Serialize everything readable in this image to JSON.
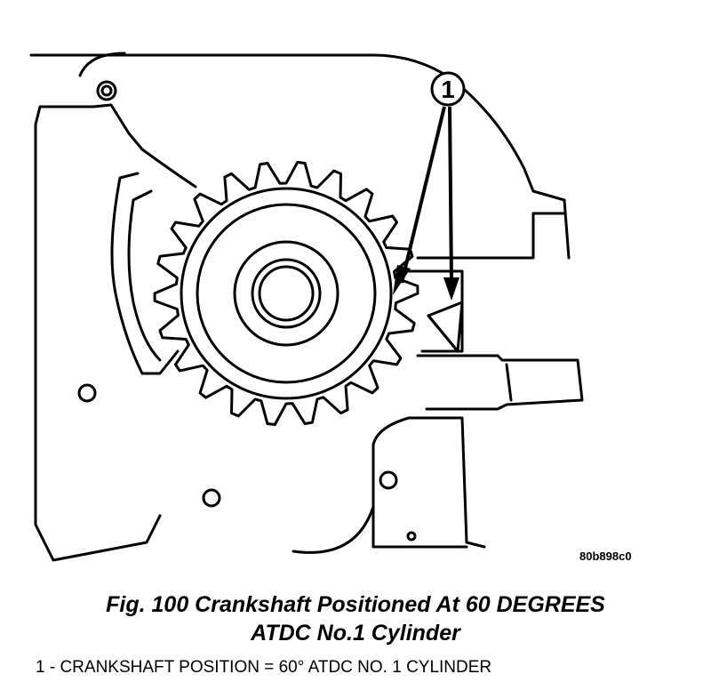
{
  "figure": {
    "callout_number": "1",
    "image_code": "80b898c0",
    "caption_line1": "Fig. 100 Crankshaft Positioned At 60 DEGREES",
    "caption_line2": "ATDC No.1 Cylinder",
    "legend_item": "1 - CRANKSHAFT POSITION = 60° ATDC NO. 1 CYLINDER"
  },
  "sprocket": {
    "tooth_count": 22
  }
}
